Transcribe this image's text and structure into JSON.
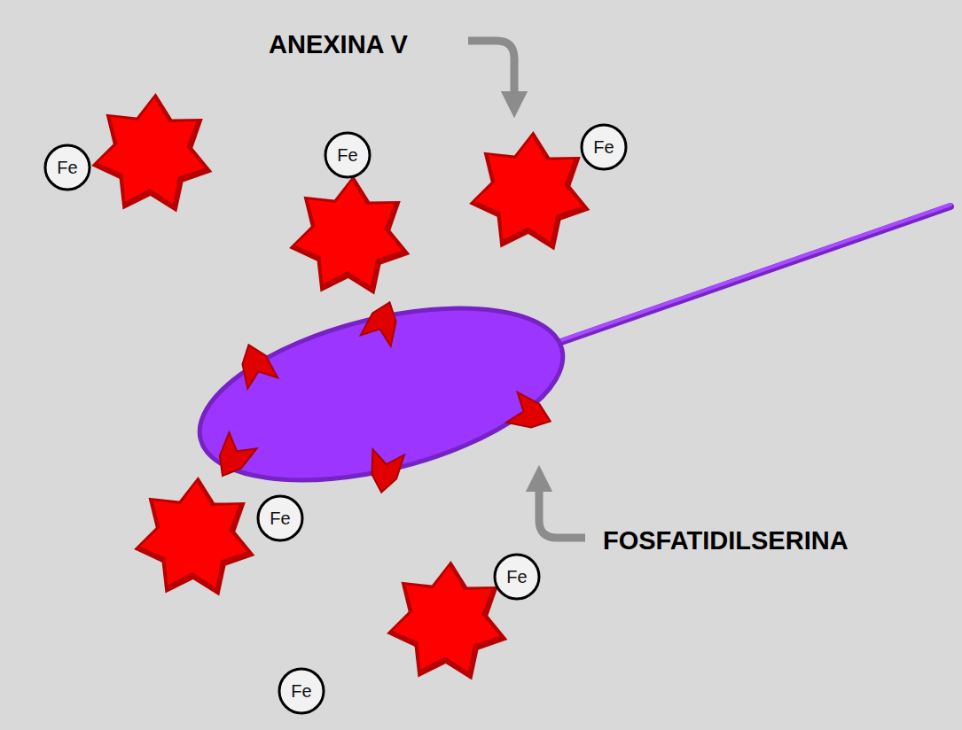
{
  "diagram": {
    "nodes": [
      {
        "text": [
          "Fe"
        ]
      },
      {
        "text": [
          "Fe"
        ]
      },
      {
        "text": [
          "Fe"
        ]
      },
      {
        "text": [
          "Fe"
        ]
      },
      {
        "text": [
          "Fe"
        ]
      },
      {
        "text": [
          "Fe"
        ]
      }
    ],
    "labels": [
      "ANEXINA V",
      "FOSFATIDILSERINA"
    ]
  }
}
